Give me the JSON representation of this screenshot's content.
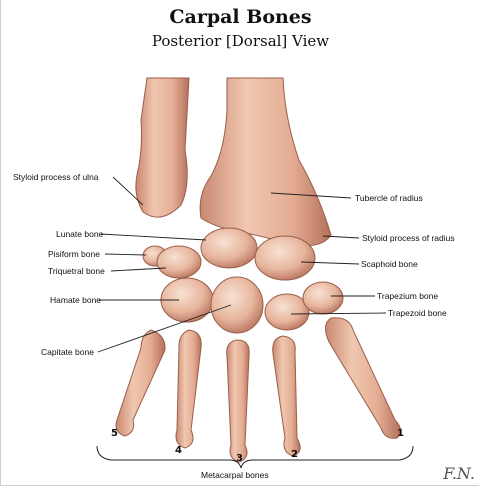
{
  "title": "Carpal Bones",
  "subtitle": "Posterior [Dorsal] View",
  "labels": {
    "styloid_ulna": "Styloid process of ulna",
    "tubercle_radius": "Tubercle of radius",
    "lunate": "Lunate bone",
    "styloid_radius": "Styloid process of radius",
    "pisiform": "Pisiform bone",
    "scaphoid": "Scaphoid bone",
    "triquetral": "Triquetral bone",
    "hamate": "Hamate bone",
    "trapezium": "Trapezium bone",
    "trapezoid": "Trapezoid bone",
    "capitate": "Capitate bone",
    "metacarpal": "Metacarpal bones"
  },
  "numbers": {
    "n1": "1",
    "n2": "2",
    "n3": "3",
    "n4": "4",
    "n5": "5"
  },
  "signature": "F.N.",
  "colors": {
    "bone": "#e6b49a",
    "bone_shadow": "#b7735e",
    "bone_highlight": "#f6dccd",
    "line": "#222222"
  }
}
